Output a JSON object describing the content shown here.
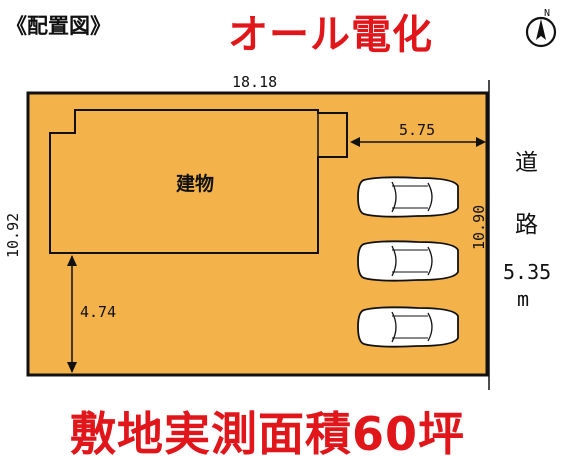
{
  "header": {
    "heading": "《配置図》",
    "tagline": "オール電化"
  },
  "compass": {
    "north_label": "N",
    "icon": "compass-icon"
  },
  "plot": {
    "width_label": "18.18",
    "left_depth_label": "10.92",
    "right_depth_label": "10.90",
    "building_label": "建物",
    "setback_right_label": "5.75",
    "setback_front_label": "4.74",
    "fill_color": "#f4b24a",
    "parking_spaces": 3
  },
  "road": {
    "char1": "道",
    "char2": "路",
    "width_value": "5.35",
    "width_unit": "m"
  },
  "footer": {
    "area_label": "敷地実測面積60坪",
    "accent_color": "#e0161b"
  }
}
